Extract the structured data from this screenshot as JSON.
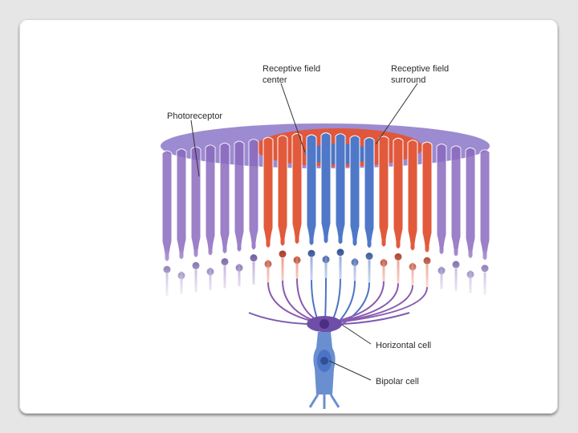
{
  "labels": {
    "rf_center": [
      "Receptive field",
      "center"
    ],
    "rf_surround": [
      "Receptive field",
      "surround"
    ],
    "photoreceptor": "Photoreceptor",
    "horizontal_cell": "Horizontal cell",
    "bipolar_cell": "Bipolar cell"
  },
  "colors": {
    "surround_cells": "#e25a3c",
    "center_cells": "#4f78c8",
    "outer_cells": "#8b6bbf",
    "neurons": "#6a8fd0"
  }
}
